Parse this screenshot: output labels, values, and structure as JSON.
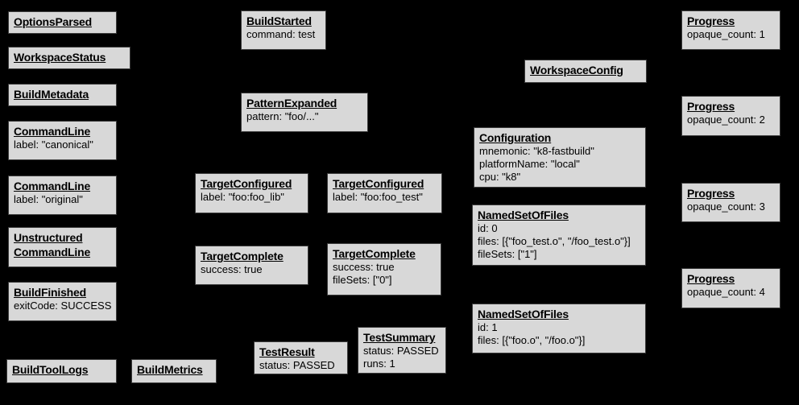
{
  "colors": {
    "background": "#000000",
    "box_fill": "#d8d8d8",
    "box_border": "#3c3c3c",
    "text": "#000000"
  },
  "nodes": {
    "options_parsed": {
      "title": "OptionsParsed",
      "lines": []
    },
    "workspace_status": {
      "title": "WorkspaceStatus",
      "lines": []
    },
    "build_metadata": {
      "title": "BuildMetadata",
      "lines": []
    },
    "command_line_canonical": {
      "title": "CommandLine",
      "lines": [
        "label: \"canonical\""
      ]
    },
    "command_line_original": {
      "title": "CommandLine",
      "lines": [
        "label: \"original\""
      ]
    },
    "unstructured_command_line": {
      "title": "Unstructured\nCommandLine",
      "lines": []
    },
    "build_finished": {
      "title": "BuildFinished",
      "lines": [
        "exitCode: SUCCESS"
      ]
    },
    "build_tool_logs": {
      "title": "BuildToolLogs",
      "lines": []
    },
    "build_metrics": {
      "title": "BuildMetrics",
      "lines": []
    },
    "build_started": {
      "title": "BuildStarted",
      "lines": [
        "command: test"
      ]
    },
    "pattern_expanded": {
      "title": "PatternExpanded",
      "lines": [
        "pattern: \"foo/...\""
      ]
    },
    "target_configured_lib": {
      "title": "TargetConfigured",
      "lines": [
        "label: \"foo:foo_lib\""
      ]
    },
    "target_configured_test": {
      "title": "TargetConfigured",
      "lines": [
        "label: \"foo:foo_test\""
      ]
    },
    "target_complete_lib": {
      "title": "TargetComplete",
      "lines": [
        "success: true"
      ]
    },
    "target_complete_test": {
      "title": "TargetComplete",
      "lines": [
        "success: true",
        "fileSets: [\"0\"]"
      ]
    },
    "test_result": {
      "title": "TestResult",
      "lines": [
        "status: PASSED"
      ]
    },
    "test_summary": {
      "title": "TestSummary",
      "lines": [
        "status: PASSED",
        "runs: 1"
      ]
    },
    "workspace_config": {
      "title": "WorkspaceConfig",
      "lines": []
    },
    "configuration": {
      "title": "Configuration",
      "lines": [
        "mnemonic: \"k8-fastbuild\"",
        "platformName: \"local\"",
        "cpu: \"k8\""
      ]
    },
    "named_set_of_files_0": {
      "title": "NamedSetOfFiles",
      "lines": [
        "id: 0",
        "files: [{\"foo_test.o\", \"/foo_test.o\"}]",
        "fileSets: [\"1\"]"
      ]
    },
    "named_set_of_files_1": {
      "title": "NamedSetOfFiles",
      "lines": [
        "id: 1",
        "files: [{\"foo.o\", \"/foo.o\"}]"
      ]
    },
    "progress_1": {
      "title": "Progress",
      "lines": [
        "opaque_count: 1"
      ]
    },
    "progress_2": {
      "title": "Progress",
      "lines": [
        "opaque_count: 2"
      ]
    },
    "progress_3": {
      "title": "Progress",
      "lines": [
        "opaque_count: 3"
      ]
    },
    "progress_4": {
      "title": "Progress",
      "lines": [
        "opaque_count: 4"
      ]
    }
  }
}
